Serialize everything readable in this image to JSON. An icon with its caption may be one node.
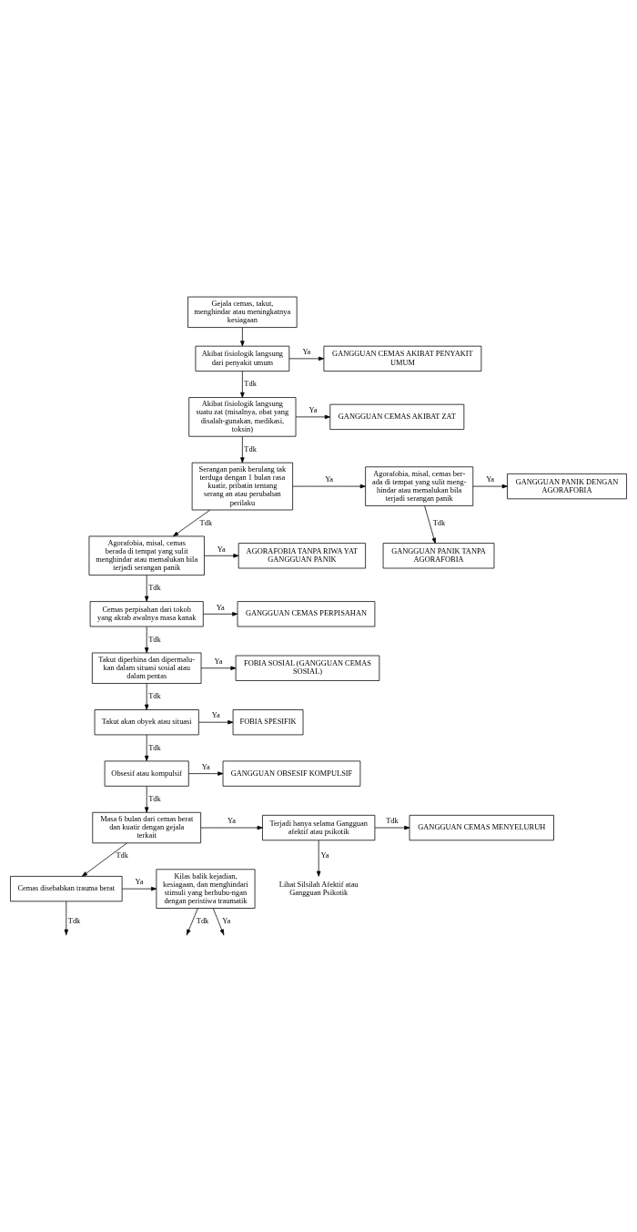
{
  "diagram": {
    "nodes": [
      {
        "text": [
          "Gejala cemas, takut, menghindar atau meningkatnya kesiagaan"
        ]
      },
      {
        "text": [
          "Akibat fisiologik langsung dari penyakit umum"
        ]
      },
      {
        "text": [
          "GANGGUAN CEMAS AKIBAT PENYAKIT UMUM"
        ]
      },
      {
        "text": [
          "Akibat fisiologik langsung suatu zat (misalnya, obat yang disalah-gunakan, medikasi, toksin)"
        ]
      },
      {
        "text": [
          "GANGGUAN CEMAS AKIBAT ZAT"
        ]
      },
      {
        "text": [
          "Serangan panik berulang tak terduga dengan 1 bulan rasa kuatir, pribatin tentang serang an atau perubahan perilaku"
        ]
      },
      {
        "text": [
          "Agorafobia, misal, cemas ber-ada di tempat yang sulit meng-hindar atau memalukan bila terjadi serangan panik"
        ]
      },
      {
        "text": [
          "GANGGUAN PANIK DENGAN AGORAFOBIA"
        ]
      },
      {
        "text": [
          "GANGGUAN PANIK TANPA AGORAFOBIA"
        ]
      },
      {
        "text": [
          "Agorafobia, misal, cemas berada di tempat yang sulit menghindar atau memalukan bila terjadi serangan panik"
        ]
      },
      {
        "text": [
          "AGORAFOBIA TANPA RIWA YAT GANGGUAN PANIK"
        ]
      },
      {
        "text": [
          "Cemas perpisahan dari tokoh yang akrab awalnya masa kanak"
        ]
      },
      {
        "text": [
          "GANGGUAN CEMAS PERPISAHAN"
        ]
      },
      {
        "text": [
          "Takut diperhina dan dipermalu-kan dalam situasi sosial atau dalam pentas"
        ]
      },
      {
        "text": [
          "FOBIA SOSIAL (GANGGUAN CEMAS SOSIAL)"
        ]
      },
      {
        "text": [
          "Takut akan obyek atau situasi"
        ]
      },
      {
        "text": [
          "FOBIA SPESIFIK"
        ]
      },
      {
        "text": [
          "Obsesif atau kompulsif"
        ]
      },
      {
        "text": [
          "GANGGUAN OBSESIF KOMPULSIF"
        ]
      },
      {
        "text": [
          "Masa 6 bulan dari cemas berat dan kuatir dengan gejala terkait"
        ]
      },
      {
        "text": [
          "Terjadi hanya selama Gangguan afektif atau psikotik"
        ]
      },
      {
        "text": [
          "GANGGUAN CEMAS MENYELURUH"
        ]
      },
      {
        "text": [
          "Lihat Silsilah Afektif atau Gangguan Psikotik"
        ]
      },
      {
        "text": [
          "Cemas disebabkan trauma berat"
        ]
      },
      {
        "text": [
          "Kilas balik kejadian, kesiagaan, dan menghindari stimuli yang berhubu-ngan dengan peristiwa traumatik"
        ]
      }
    ],
    "edges": [
      {
        "from": 0,
        "to": 1,
        "arrow": "to"
      },
      {
        "from": 1,
        "to": 2,
        "arrow": "to",
        "label": "Ya"
      },
      {
        "from": 1,
        "to": 3,
        "arrow": "to",
        "label": "Tdk"
      },
      {
        "from": 3,
        "to": 4,
        "arrow": "to",
        "label": "Ya"
      },
      {
        "from": 3,
        "to": 5,
        "arrow": "to",
        "label": "Tdk"
      },
      {
        "from": 5,
        "to": 6,
        "arrow": "to",
        "label": "Ya"
      },
      {
        "from": 6,
        "to": 7,
        "arrow": "to",
        "label": "Ya"
      },
      {
        "from": 6,
        "to": 8,
        "arrow": "to",
        "label": "Tdk"
      },
      {
        "from": 5,
        "to": 9,
        "arrow": "to",
        "label": "Tdk"
      },
      {
        "from": 9,
        "to": 10,
        "arrow": "to",
        "label": "Ya"
      },
      {
        "from": 9,
        "to": 11,
        "arrow": "to",
        "label": "Tdk"
      },
      {
        "from": 11,
        "to": 12,
        "arrow": "to",
        "label": "Ya"
      },
      {
        "from": 11,
        "to": 13,
        "arrow": "to",
        "label": "Tdk"
      },
      {
        "from": 13,
        "to": 14,
        "arrow": "to",
        "label": "Ya"
      },
      {
        "from": 13,
        "to": 15,
        "arrow": "to",
        "label": "Tdk"
      },
      {
        "from": 15,
        "to": 16,
        "arrow": "to",
        "label": "Ya"
      },
      {
        "from": 15,
        "to": 17,
        "arrow": "to",
        "label": "Tdk"
      },
      {
        "from": 17,
        "to": 18,
        "arrow": "to",
        "label": "Ya"
      },
      {
        "from": 17,
        "to": 19,
        "arrow": "to",
        "label": "Tdk"
      },
      {
        "from": 19,
        "to": 20,
        "arrow": "to",
        "label": "Ya"
      },
      {
        "from": 20,
        "to": 21,
        "arrow": "to",
        "label": "Tdk"
      },
      {
        "from": 20,
        "to": 22,
        "arrow": "to",
        "label": "Ya"
      },
      {
        "from": 19,
        "to": 23,
        "arrow": "to",
        "label": "Tdk"
      },
      {
        "from": 23,
        "to": 24,
        "arrow": "to",
        "label": "Ya"
      },
      {
        "from": 23,
        "to": null,
        "arrow": "to",
        "label": "Tdk"
      },
      {
        "from": 24,
        "to": null,
        "arrow": "to",
        "label": "Tdk"
      },
      {
        "from": 24,
        "to": null,
        "arrow": "to",
        "label": "Ya"
      }
    ]
  }
}
